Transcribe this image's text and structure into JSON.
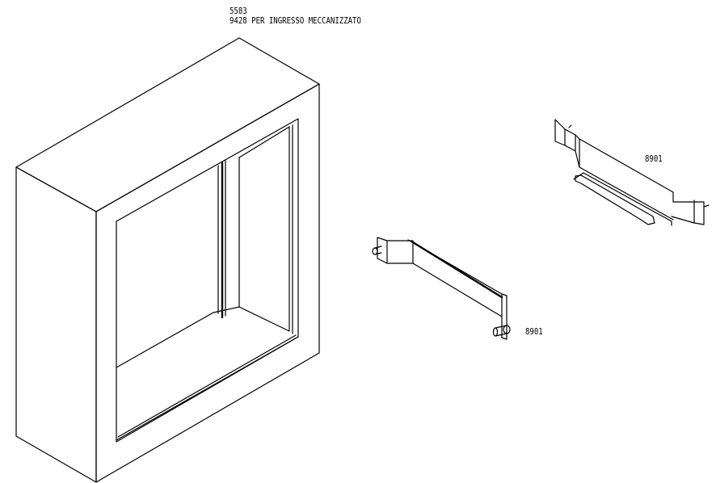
{
  "title": {
    "line1": "5583",
    "line2": "9428 PER INGRESSO MECCANIZZATO"
  },
  "labels": {
    "part_upper": "8901",
    "part_lower": "8901"
  }
}
